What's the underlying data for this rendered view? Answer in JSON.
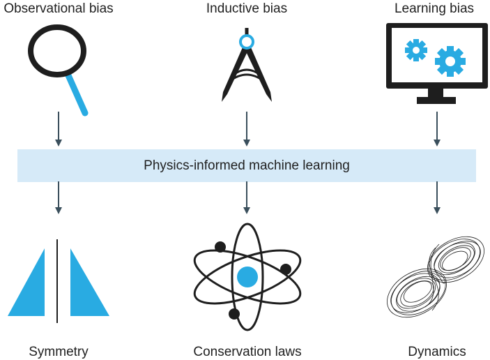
{
  "top": {
    "observational": "Observational bias",
    "inductive": "Inductive bias",
    "learning": "Learning bias"
  },
  "banner": "Physics-informed machine learning",
  "bottom": {
    "symmetry": "Symmetry",
    "conservation": "Conservation laws",
    "dynamics": "Dynamics"
  },
  "colors": {
    "accent": "#29abe2",
    "dark": "#1e1e1e",
    "arrow": "#3a4f5c",
    "banner": "#d6eaf8"
  }
}
